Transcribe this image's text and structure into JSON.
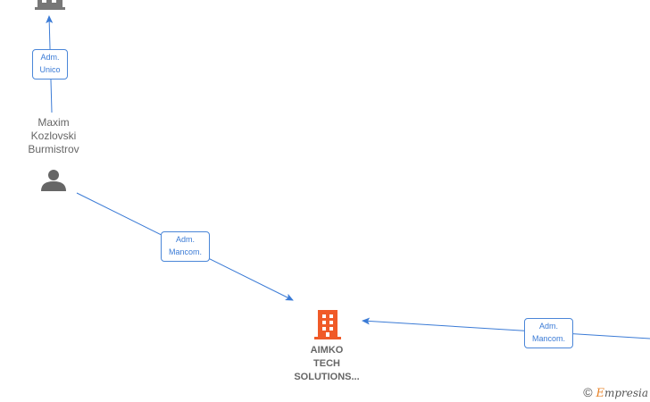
{
  "nodes": {
    "top_company": {
      "label": "",
      "icon": "building-icon",
      "color": "#777777"
    },
    "person": {
      "label_lines": [
        "Maxim",
        "Kozlovski",
        "Burmistrov"
      ],
      "icon": "person-icon",
      "color": "#666666"
    },
    "main_company": {
      "label_lines": [
        "AIMKO",
        "TECH",
        "SOLUTIONS..."
      ],
      "icon": "building-icon",
      "color": "#f05a28"
    }
  },
  "edges": [
    {
      "from": "person",
      "to": "top_company",
      "label_lines": [
        "Adm.",
        "Unico"
      ]
    },
    {
      "from": "person",
      "to": "main_company",
      "label_lines": [
        "Adm.",
        "Mancom."
      ]
    },
    {
      "from": "offscreen-right",
      "to": "main_company",
      "label_lines": [
        "Adm.",
        "Mancom."
      ]
    }
  ],
  "colors": {
    "edge": "#3b7bd6",
    "label_text": "#666666",
    "accent": "#f05a28"
  },
  "footer": {
    "copyright": "©",
    "brand_initial": "E",
    "brand_rest": "mpresia"
  }
}
